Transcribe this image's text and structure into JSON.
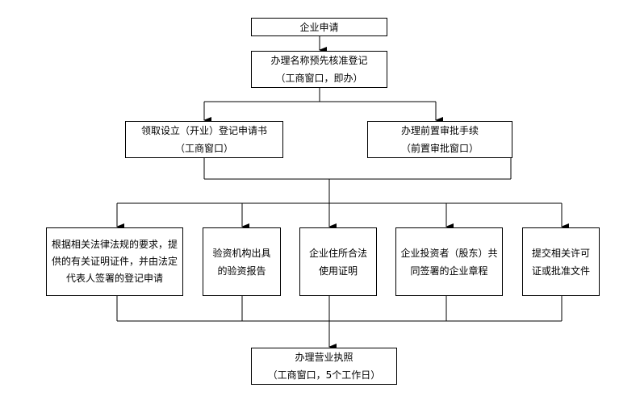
{
  "nodes": {
    "apply": {
      "lines": [
        "企业申请"
      ]
    },
    "name_check": {
      "lines": [
        "办理名称预先核准登记",
        "（工商窗口，即办）"
      ]
    },
    "register_form": {
      "lines": [
        "领取设立（开业）登记申请书",
        "（工商窗口）"
      ]
    },
    "pre_approval": {
      "lines": [
        "办理前置审批手续",
        "（前置审批窗口）"
      ]
    },
    "legal_docs": {
      "lines": [
        "根据相关法律法规的要求，提",
        "供的有关证明证件，并由法定",
        "代表人签署的登记申请"
      ]
    },
    "capital_verify": {
      "lines": [
        "验资机构出具",
        "的验资报告"
      ]
    },
    "premises": {
      "lines": [
        "企业住所合法",
        "使用证明"
      ]
    },
    "articles": {
      "lines": [
        "企业投资者（股东）共",
        "同签署的企业章程"
      ]
    },
    "permits": {
      "lines": [
        "提交相关许可",
        "证或批准文件"
      ]
    },
    "license": {
      "lines": [
        "办理营业执照",
        "（工商窗口，5个工作日）"
      ]
    }
  },
  "edges": [
    [
      "apply",
      "name_check"
    ],
    [
      "name_check",
      "register_form"
    ],
    [
      "name_check",
      "pre_approval"
    ],
    [
      "register_form",
      "legal_docs"
    ],
    [
      "register_form",
      "capital_verify"
    ],
    [
      "register_form",
      "premises"
    ],
    [
      "register_form",
      "articles"
    ],
    [
      "register_form",
      "permits"
    ],
    [
      "pre_approval",
      "legal_docs"
    ],
    [
      "pre_approval",
      "capital_verify"
    ],
    [
      "pre_approval",
      "premises"
    ],
    [
      "pre_approval",
      "articles"
    ],
    [
      "pre_approval",
      "permits"
    ],
    [
      "legal_docs",
      "license"
    ],
    [
      "capital_verify",
      "license"
    ],
    [
      "premises",
      "license"
    ],
    [
      "articles",
      "license"
    ],
    [
      "permits",
      "license"
    ]
  ],
  "colors": {
    "line": "#000000",
    "box_border": "#000000",
    "background": "#ffffff"
  }
}
